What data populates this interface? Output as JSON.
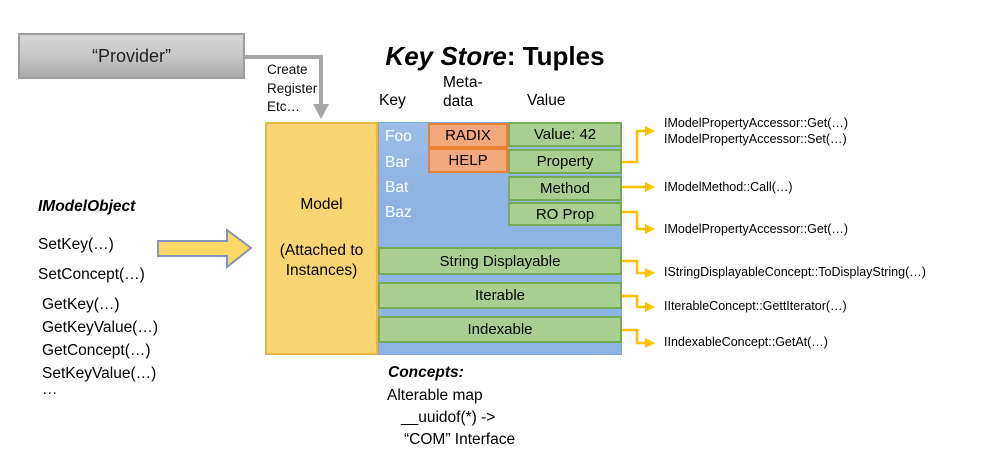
{
  "provider": {
    "label": "“Provider”"
  },
  "connector": {
    "lines": [
      "Create",
      "Register",
      "Etc…"
    ]
  },
  "title": {
    "italic": "Key Store",
    "rest": ": Tuples"
  },
  "headers": {
    "key": "Key",
    "meta_line1": "Meta-",
    "meta_line2": "data",
    "value": "Value"
  },
  "model": {
    "line1": "Model",
    "line2": "(Attached to",
    "line3": "Instances)"
  },
  "table": {
    "keys": [
      "Foo",
      "Bar",
      "Bat",
      "Baz"
    ],
    "metadata": [
      "RADIX",
      "HELP"
    ],
    "values": [
      "Value: 42",
      "Property",
      "Method",
      "RO Prop"
    ],
    "concept_bars": [
      "String Displayable",
      "Iterable",
      "Indexable"
    ]
  },
  "imodelobject": {
    "heading": "IModelObject",
    "methods": [
      "SetKey(…)",
      "SetConcept(…)",
      "GetKey(…)",
      "GetKeyValue(…)",
      "GetConcept(…)",
      "SetKeyValue(…)",
      "…"
    ]
  },
  "annotations": {
    "pair": [
      "IModelPropertyAccessor::Get(…)",
      "IModelPropertyAccessor::Set(…)"
    ],
    "method_call": "IModelMethod::Call(…)",
    "roprop_get": "IModelPropertyAccessor::Get(…)",
    "string_displayable": "IStringDisplayableConcept::ToDisplayString(…)",
    "iterable": "IIterableConcept::GettIterator(…)",
    "indexable": "IIndexableConcept::GetAt(…)"
  },
  "concepts_note": {
    "heading": "Concepts:",
    "lines": [
      "Alterable map",
      "__uuidof(*) ->",
      "“COM” Interface"
    ]
  },
  "colors": {
    "model_fill": "#FBD571",
    "table_blue": "#8DB3E2",
    "metadata_fill": "#F4A87E",
    "metadata_border": "#E8812F",
    "green_fill": "#A8CF8F",
    "green_border": "#76AB56",
    "connector_gray": "#A6A6A6",
    "big_arrow_fill": "#FFD966",
    "arrow_orange": "#FFC000"
  }
}
